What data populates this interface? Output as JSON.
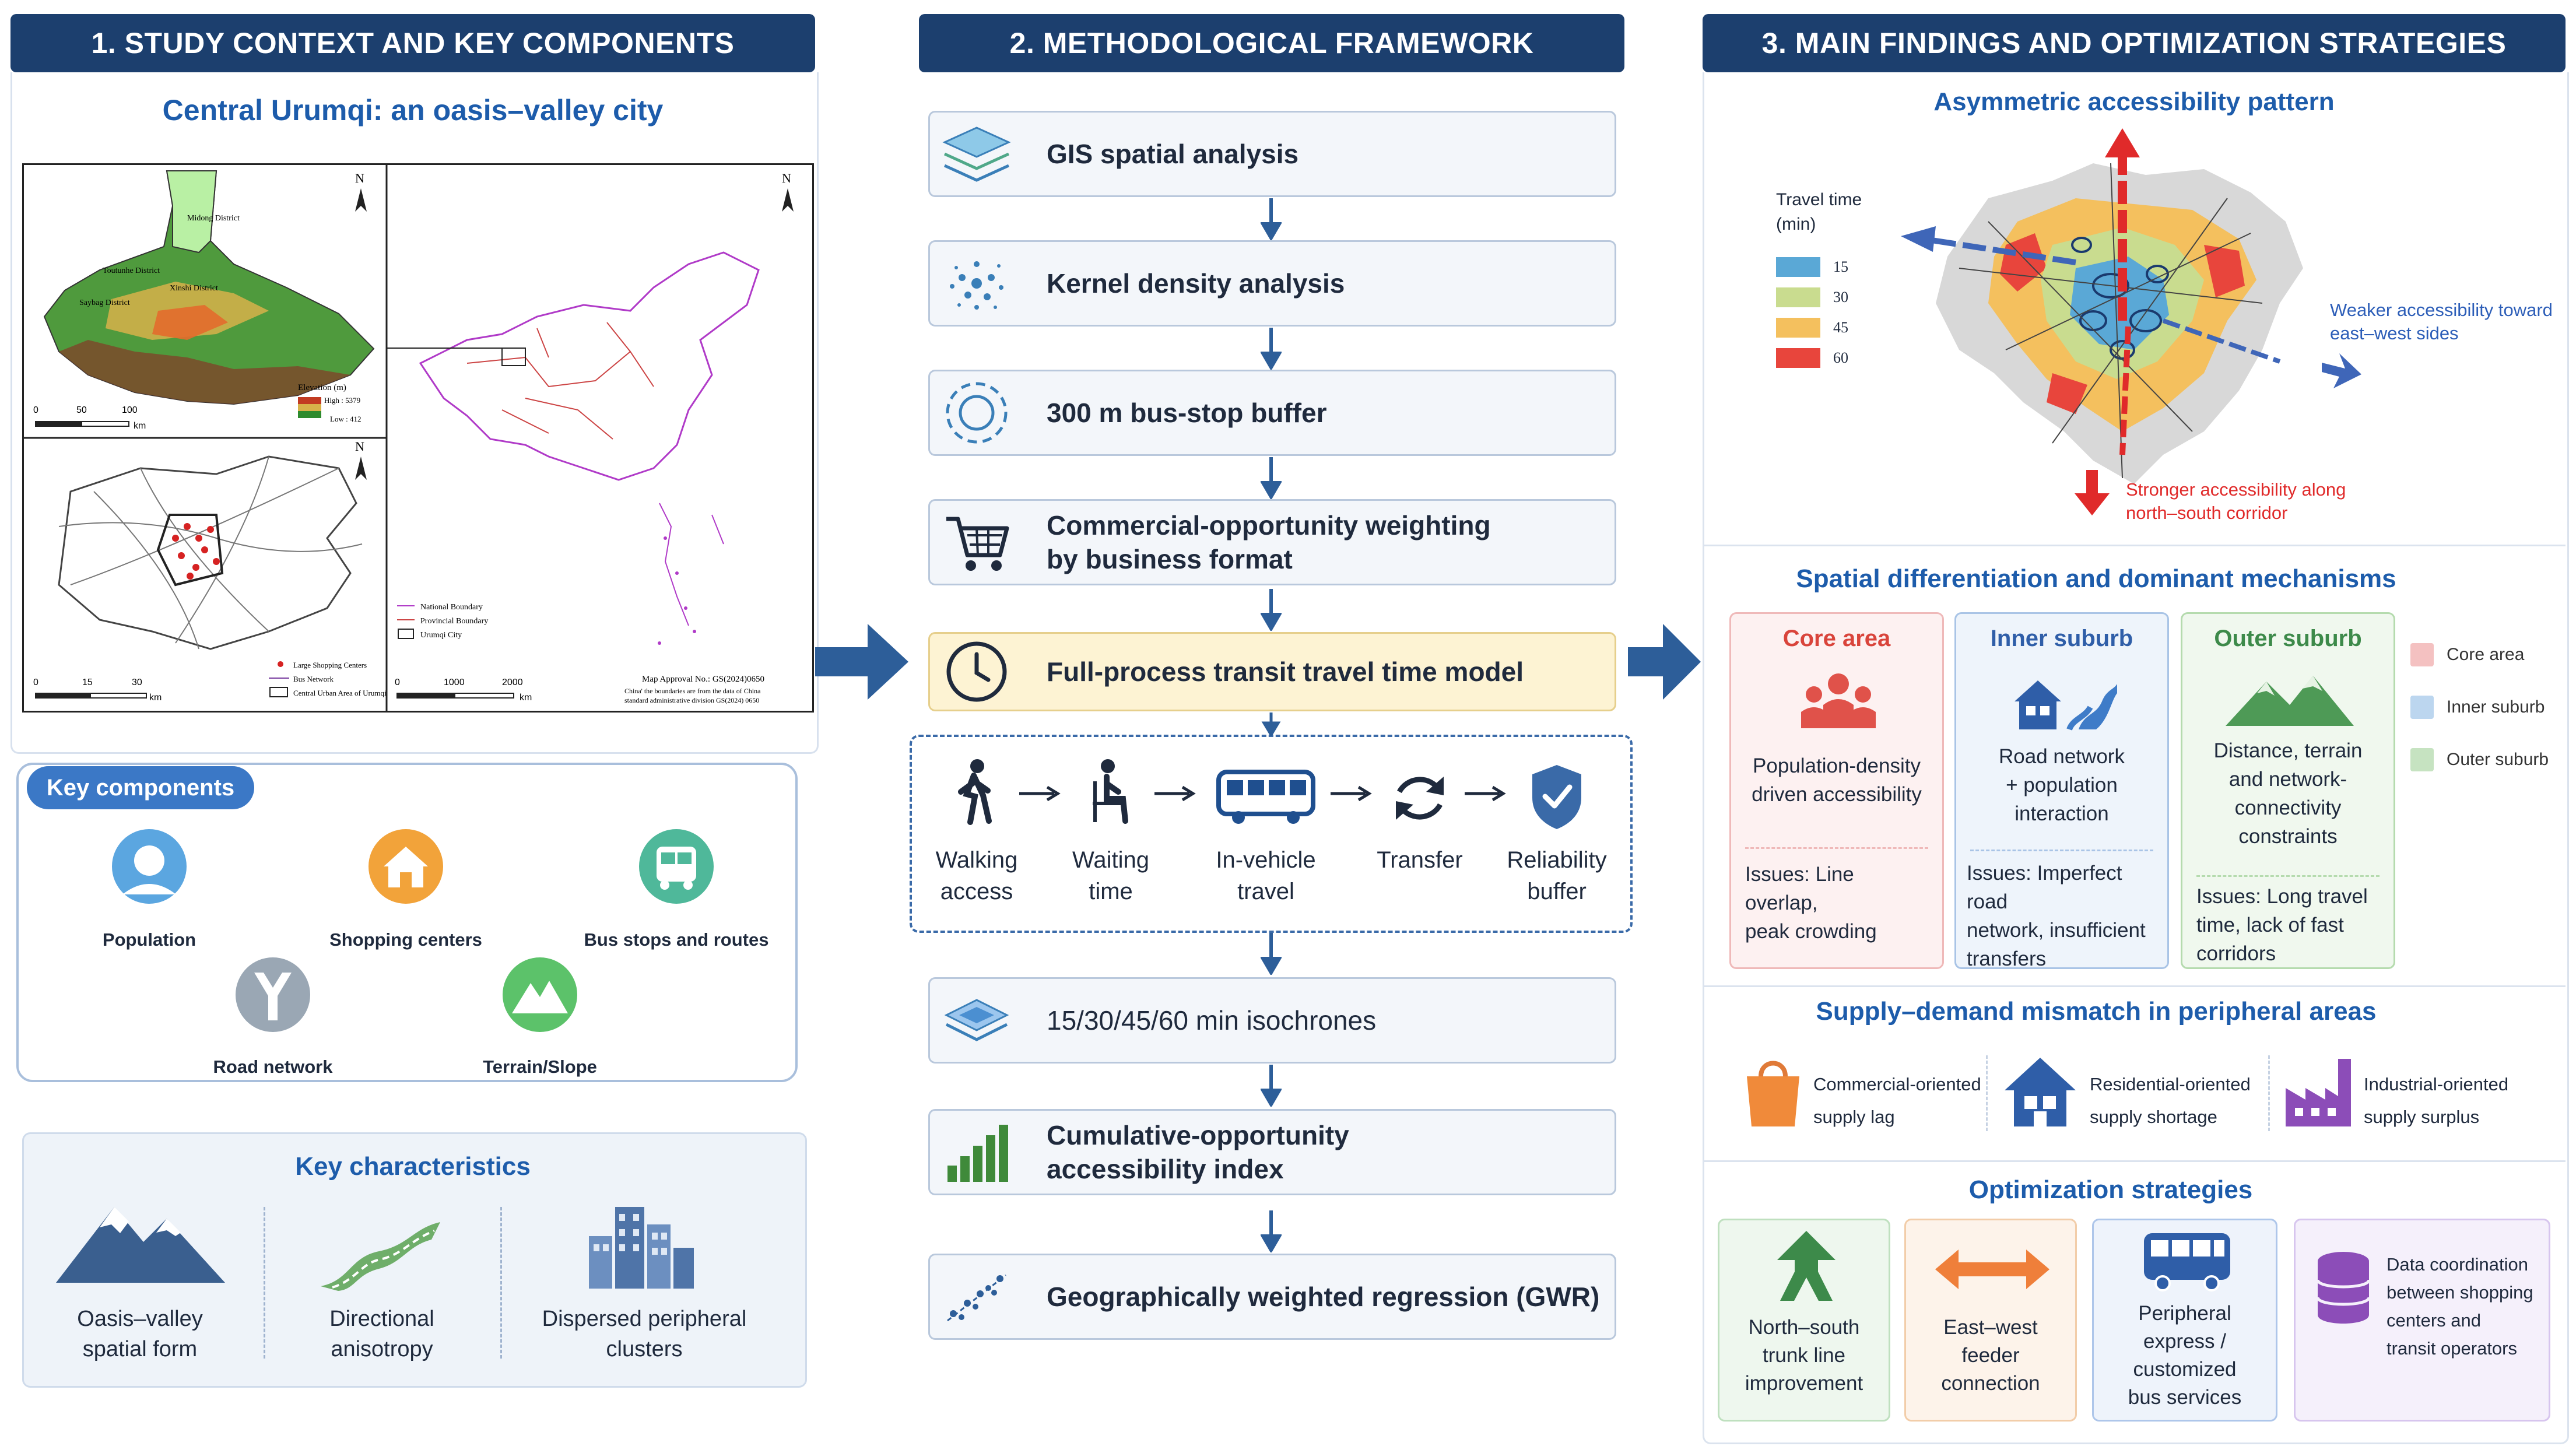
{
  "headers": {
    "col1": "1. STUDY CONTEXT AND KEY COMPONENTS",
    "col2": "2. METHODOLOGICAL FRAMEWORK",
    "col3": "3. MAIN FINDINGS AND OPTIMIZATION STRATEGIES"
  },
  "context": {
    "subtitle": "Central Urumqi: an oasis–valley city",
    "map": {
      "north": "N",
      "districts": [
        "Midong District",
        "Toutunhe District",
        "Xinshi District",
        "Saybag District"
      ],
      "elevation_title": "Elevation (m)",
      "elevation_high": "High : 5379",
      "elevation_low": "Low : 412",
      "scale1": [
        "0",
        "50",
        "100"
      ],
      "scale2": [
        "0",
        "15",
        "30"
      ],
      "scale3": [
        "0",
        "1000",
        "2000"
      ],
      "km": "km",
      "legend_shopping": "Large Shopping Centers",
      "legend_bus": "Bus Network",
      "legend_area": "Central Urban Area of Urumqi",
      "legend_national": "National Boundary",
      "legend_provincial": "Provincial Boundary",
      "legend_city": "Urumqi City",
      "approval": "Map Approval No.: GS(2024)0650",
      "approval_note1": "China' the boundaries are from the data of China",
      "approval_note2": "standard administrative division GS(2024) 0650"
    },
    "key_components_title": "Key components",
    "components": [
      "Population",
      "Shopping centers",
      "Bus stops and routes",
      "Road network",
      "Terrain/Slope"
    ],
    "key_characteristics_title": "Key characteristics",
    "characteristics": [
      {
        "line1": "Oasis–valley",
        "line2": "spatial form"
      },
      {
        "line1": "Directional",
        "line2": "anisotropy"
      },
      {
        "line1": "Dispersed peripheral",
        "line2": "clusters"
      }
    ]
  },
  "framework": {
    "steps": [
      {
        "line1": "GIS spatial analysis",
        "line2": "",
        "icon": "layers-icon"
      },
      {
        "line1": "Kernel density analysis",
        "line2": "",
        "icon": "dots-icon"
      },
      {
        "line1": "300 m bus-stop buffer",
        "line2": "",
        "icon": "buffer-icon"
      },
      {
        "line1": "Commercial-opportunity weighting",
        "line2": "by business format",
        "icon": "cart-icon"
      },
      {
        "line1": "Full-process transit travel time model",
        "line2": "",
        "icon": "clock-icon"
      },
      {
        "line1": "15/30/45/60 min isochrones",
        "line2": "",
        "icon": "isochrone-icon"
      },
      {
        "line1": "Cumulative-opportunity",
        "line2": "accessibility index",
        "icon": "bar-chart-icon"
      },
      {
        "line1": "Geographically weighted regression (GWR)",
        "line2": "",
        "icon": "scatter-icon"
      }
    ],
    "travel_chain": [
      {
        "line1": "Walking",
        "line2": "access"
      },
      {
        "line1": "Waiting",
        "line2": "time"
      },
      {
        "line1": "In-vehicle",
        "line2": "travel"
      },
      {
        "line1": "Transfer",
        "line2": ""
      },
      {
        "line1": "Reliability",
        "line2": "buffer"
      }
    ]
  },
  "findings": {
    "pattern_title": "Asymmetric accessibility pattern",
    "travel_time_title1": "Travel time",
    "travel_time_title2": "(min)",
    "travel_time_legend": [
      {
        "label": "15",
        "color": "#5aa8d6"
      },
      {
        "label": "30",
        "color": "#c9dc8f"
      },
      {
        "label": "45",
        "color": "#f4c05e"
      },
      {
        "label": "60",
        "color": "#e8453c"
      }
    ],
    "east_west_note1": "Weaker accessibility toward",
    "east_west_note2": "east–west sides",
    "north_south_note1": "Stronger accessibility along",
    "north_south_note2": "north–south corridor",
    "mechanisms_title": "Spatial differentiation and dominant mechanisms",
    "mechanisms": [
      {
        "title": "Core area",
        "body": [
          "Population-density",
          "driven accessibility"
        ],
        "issues": [
          "Issues: Line overlap,",
          "peak crowding"
        ],
        "color": "#d9443b"
      },
      {
        "title": "Inner suburb",
        "body": [
          "Road network",
          "+ population",
          "interaction"
        ],
        "issues": [
          "Issues: Imperfect road",
          "network, insufficient",
          "transfers"
        ],
        "color": "#2f5ea8"
      },
      {
        "title": "Outer suburb",
        "body": [
          "Distance, terrain",
          "and network-",
          "connectivity",
          "constraints"
        ],
        "issues": [
          "Issues: Long travel",
          "time, lack of fast",
          "corridors"
        ],
        "color": "#3d8a4a"
      }
    ],
    "zone_legend": [
      {
        "label": "Core area",
        "color": "#f4c1c1"
      },
      {
        "label": "Inner suburb",
        "color": "#bcd6ef"
      },
      {
        "label": "Outer suburb",
        "color": "#c6e3c1"
      }
    ],
    "mismatch_title": "Supply–demand mismatch in peripheral areas",
    "mismatch": [
      {
        "line1": "Commercial-oriented",
        "line2": "supply lag"
      },
      {
        "line1": "Residential-oriented",
        "line2": "supply shortage"
      },
      {
        "line1": "Industrial-oriented",
        "line2": "supply surplus"
      }
    ],
    "strategies_title": "Optimization strategies",
    "strategies": [
      {
        "lines": [
          "North–south",
          "trunk line",
          "improvement"
        ]
      },
      {
        "lines": [
          "East–west",
          "feeder",
          "connection"
        ]
      },
      {
        "lines": [
          "Peripheral",
          "express /",
          "customized",
          "bus services"
        ]
      },
      {
        "lines": [
          "Data coordination",
          "between shopping",
          "centers and",
          "transit operators"
        ]
      }
    ]
  }
}
